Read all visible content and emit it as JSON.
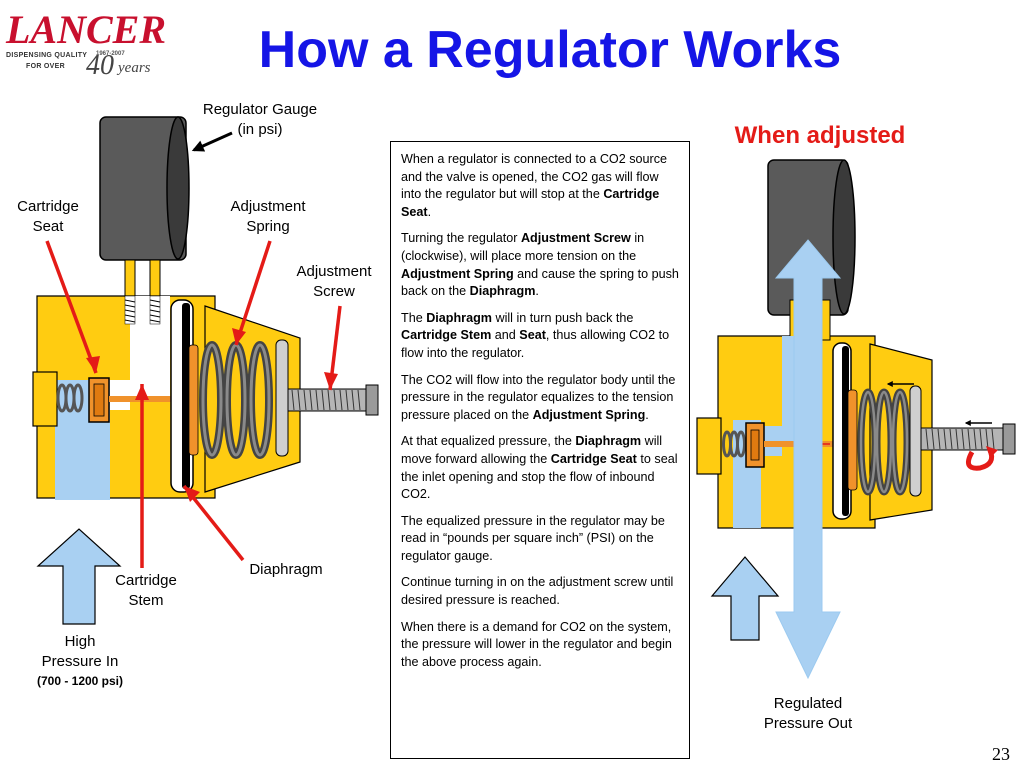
{
  "logo": {
    "wordmark": "LANCER",
    "tagline_1": "DISPENSING QUALITY",
    "tagline_2": "FOR OVER",
    "years_range": "1967-2007",
    "forty": "40",
    "years": "years"
  },
  "title": "How a Regulator Works",
  "adjusted_title": "When adjusted",
  "labels": {
    "regulator_gauge": [
      "Regulator Gauge",
      "(in psi)"
    ],
    "cartridge_seat": [
      "Cartridge",
      "Seat"
    ],
    "adjustment_spring": [
      "Adjustment",
      "Spring"
    ],
    "adjustment_screw": [
      "Adjustment",
      "Screw"
    ],
    "diaphragm": "Diaphragm",
    "cartridge_stem": [
      "Cartridge",
      "Stem"
    ],
    "high_pressure": [
      "High",
      "Pressure In"
    ],
    "high_pressure_range": "(700 - 1200 psi)",
    "regulated_out": [
      "Regulated",
      "Pressure Out"
    ]
  },
  "explanation": [
    {
      "segments": [
        {
          "text": "When a regulator is connected to a CO2 source and the valve is opened, the CO2 gas will flow into the regulator but will stop at the "
        },
        {
          "text": "Cartridge Seat",
          "bold": true
        },
        {
          "text": "."
        }
      ]
    },
    {
      "segments": [
        {
          "text": "Turning the regulator "
        },
        {
          "text": "Adjustment Screw",
          "bold": true
        },
        {
          "text": " in (clockwise), will place more tension on the "
        },
        {
          "text": "Adjustment Spring",
          "bold": true
        },
        {
          "text": " and cause the spring to push back on the "
        },
        {
          "text": "Diaphragm",
          "bold": true
        },
        {
          "text": "."
        }
      ]
    },
    {
      "segments": [
        {
          "text": " The "
        },
        {
          "text": "Diaphragm",
          "bold": true
        },
        {
          "text": " will in turn push back the "
        },
        {
          "text": "Cartridge Stem",
          "bold": true
        },
        {
          "text": " and "
        },
        {
          "text": "Seat",
          "bold": true
        },
        {
          "text": ", thus allowing CO2 to flow into the regulator."
        }
      ]
    },
    {
      "segments": [
        {
          "text": "The CO2 will flow into the regulator body until the pressure in the regulator equalizes to the tension pressure placed on the "
        },
        {
          "text": "Adjustment Spring",
          "bold": true
        },
        {
          "text": "."
        }
      ]
    },
    {
      "segments": [
        {
          "text": "At that equalized pressure, the "
        },
        {
          "text": "Diaphragm",
          "bold": true
        },
        {
          "text": " will move forward allowing the "
        },
        {
          "text": "Cartridge Seat",
          "bold": true
        },
        {
          "text": " to seal the inlet opening and stop the flow of inbound CO2."
        }
      ]
    },
    {
      "segments": [
        {
          "text": "The equalized pressure in the regulator may be read in “pounds per square inch” (PSI) on the regulator gauge."
        }
      ]
    },
    {
      "segments": [
        {
          "text": "Continue turning in on the adjustment screw until desired pressure is reached."
        }
      ]
    },
    {
      "segments": [
        {
          "text": "When there is a demand for CO2 on the system, the pressure will lower in the regulator and begin the above process again."
        }
      ]
    }
  ],
  "page_number": "23",
  "colors": {
    "title_blue": "#1515e6",
    "accent_red": "#e41b17",
    "body_yellow": "#ffcc11",
    "flow_blue": "#9ccaf0",
    "gauge_gray": "#555555",
    "stem_orange": "#f0922b"
  }
}
